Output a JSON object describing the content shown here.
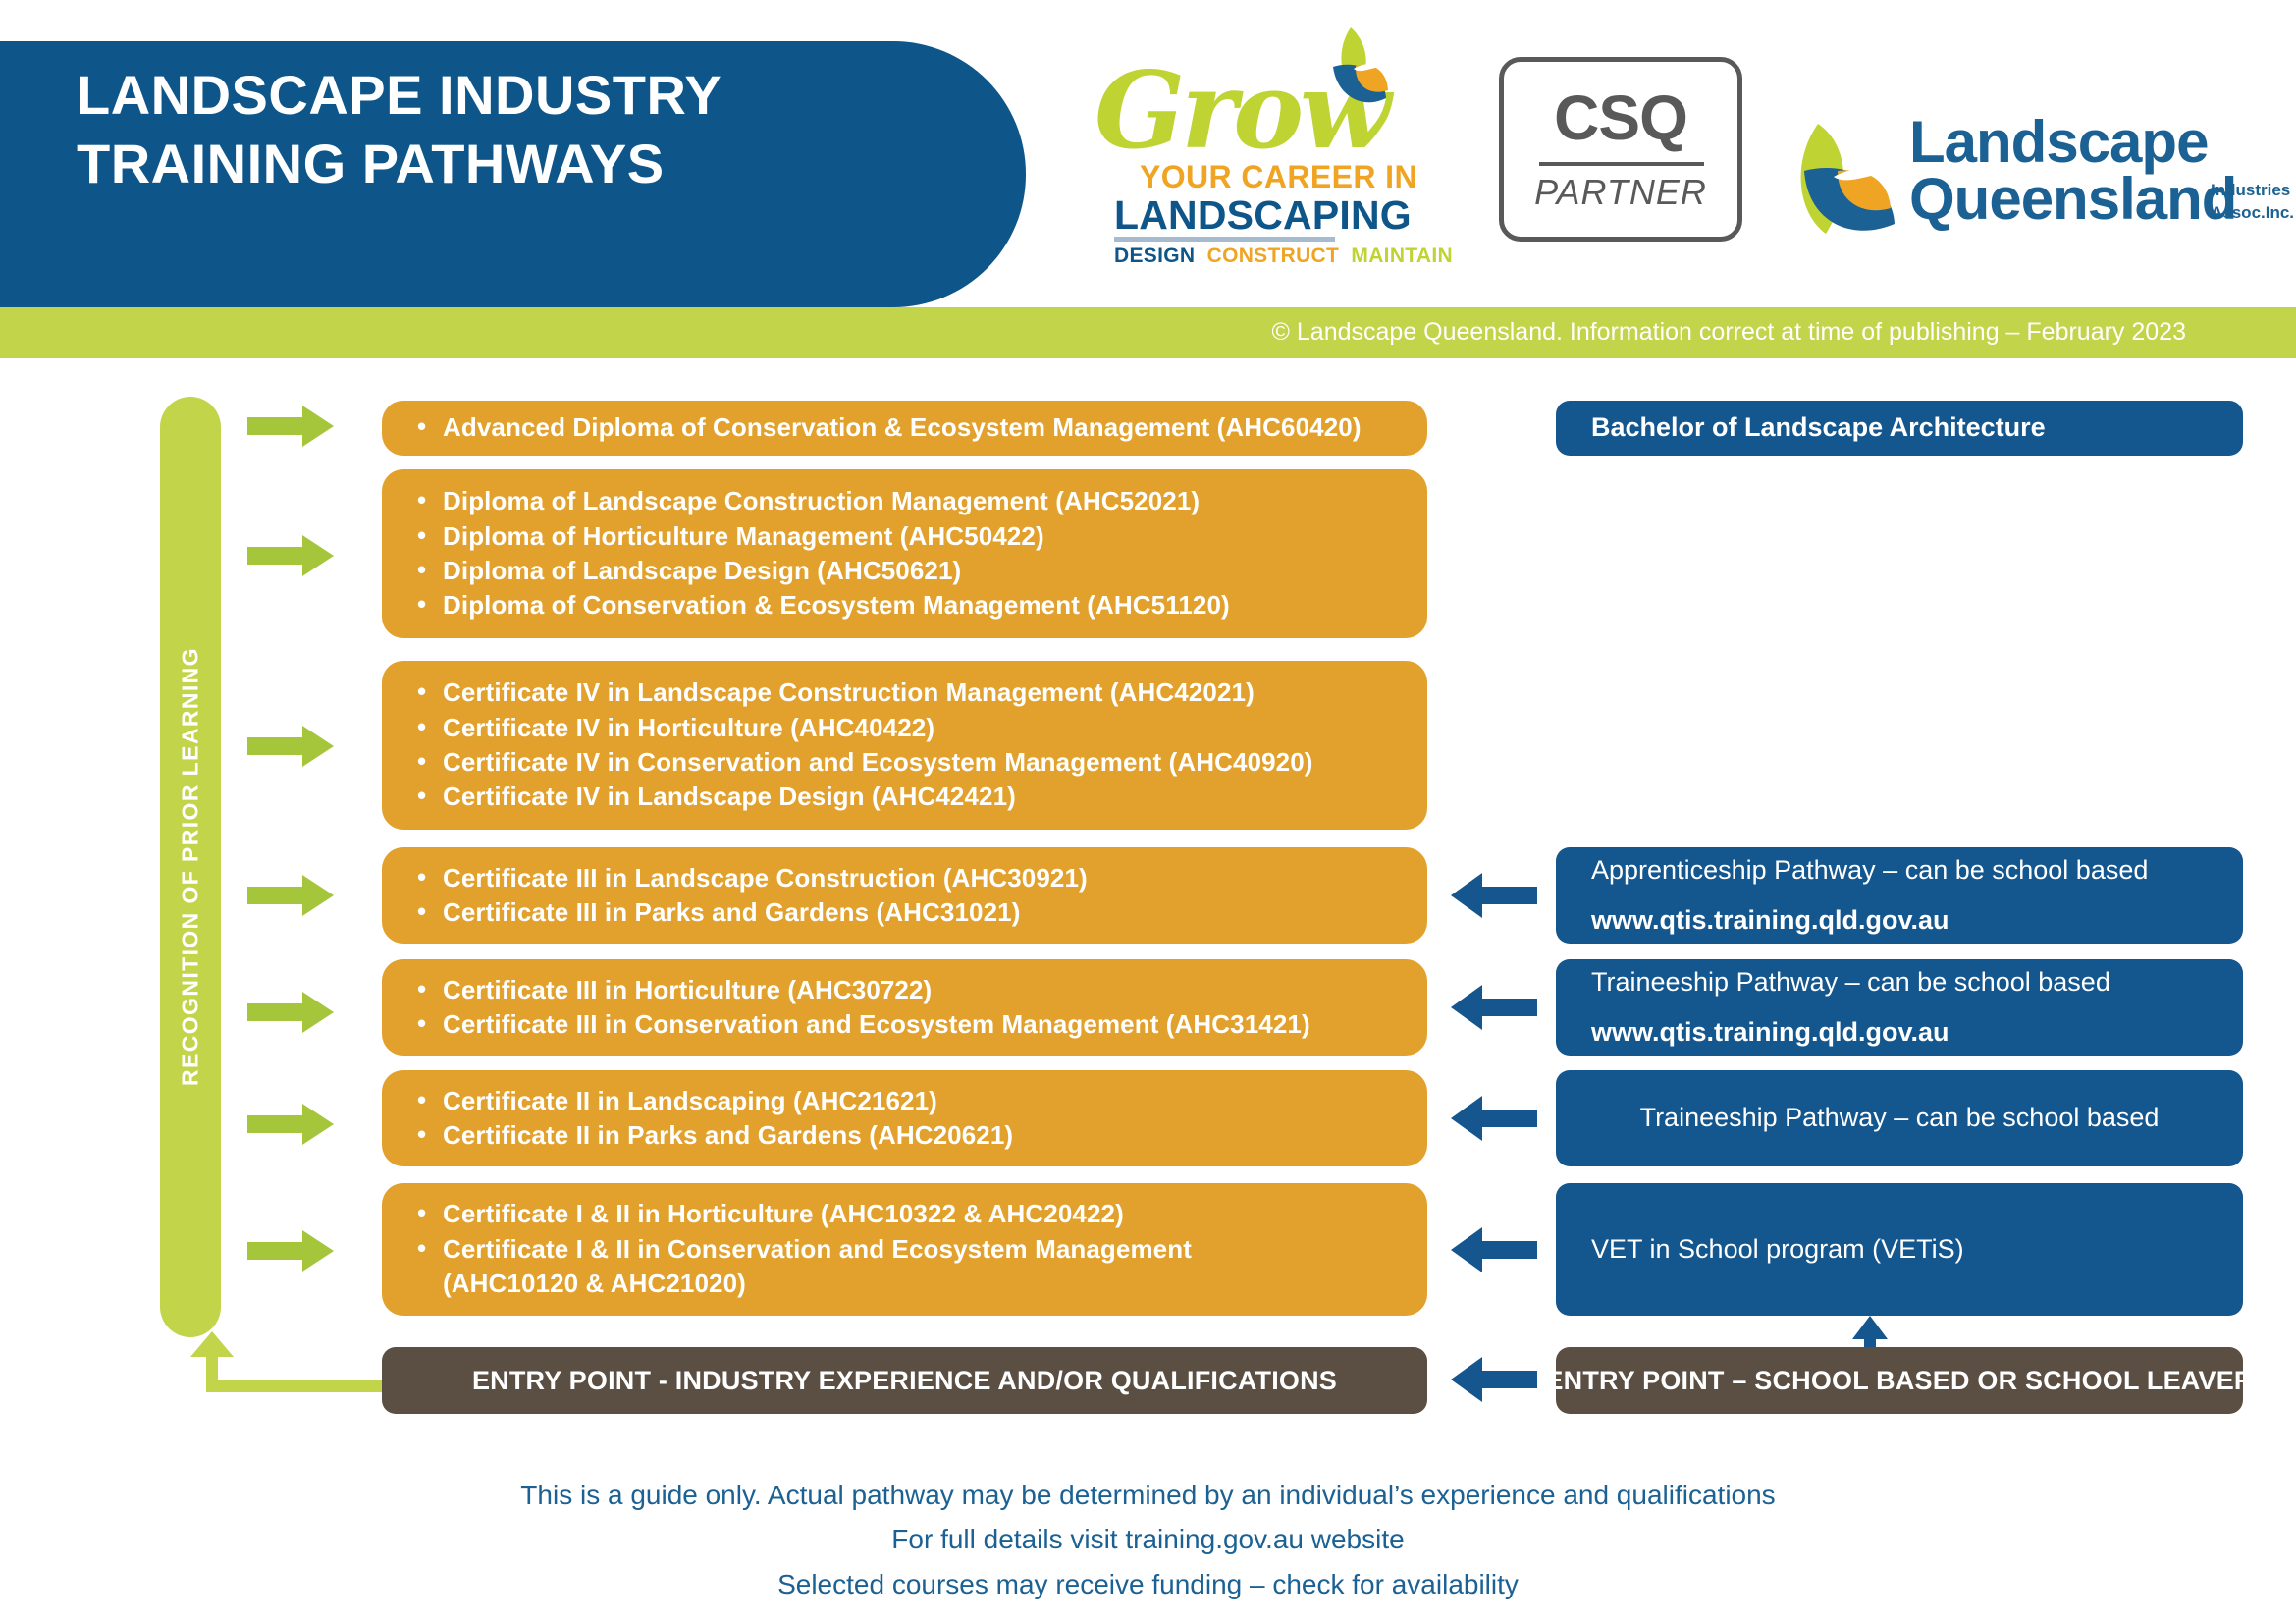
{
  "header": {
    "title": "LANDSCAPE INDUSTRY\nTRAINING PATHWAYS",
    "grow_logo": {
      "script_word": "Grow",
      "line2": "YOUR CAREER IN",
      "line3": "LANDSCAPING",
      "line4_design": "DESIGN",
      "line4_construct": "CONSTRUCT",
      "line4_maintain": "MAINTAIN"
    },
    "csq_logo": {
      "acronym": "CSQ",
      "partner": "PARTNER"
    },
    "lq_logo": {
      "line1": "Landscape",
      "line2": "Queensland",
      "sub1": "Industries",
      "sub2": "Assoc.Inc."
    },
    "copyright": "© Landscape Queensland. Information correct at time of publishing – February 2023"
  },
  "rpl": {
    "label": "RECOGNITION OF PRIOR LEARNING"
  },
  "levels": [
    {
      "id": "advanced-diploma",
      "items": [
        "Advanced Diploma of Conservation & Ecosystem Management (AHC60420)"
      ]
    },
    {
      "id": "diploma",
      "items": [
        "Diploma of Landscape Construction Management (AHC52021)",
        "Diploma of Horticulture Management (AHC50422)",
        "Diploma of Landscape Design (AHC50621)",
        "Diploma of Conservation & Ecosystem Management (AHC51120)"
      ]
    },
    {
      "id": "certificate-iv",
      "items": [
        "Certificate IV in Landscape Construction Management (AHC42021)",
        "Certificate IV in Horticulture (AHC40422)",
        "Certificate IV in Conservation and Ecosystem Management (AHC40920)",
        "Certificate IV in Landscape Design (AHC42421)"
      ]
    },
    {
      "id": "certificate-iii-construction",
      "items": [
        "Certificate III in Landscape Construction (AHC30921)",
        "Certificate III in Parks and Gardens (AHC31021)"
      ]
    },
    {
      "id": "certificate-iii-horticulture",
      "items": [
        "Certificate III in Horticulture (AHC30722)",
        "Certificate III in Conservation and Ecosystem Management (AHC31421)"
      ]
    },
    {
      "id": "certificate-ii",
      "items": [
        "Certificate II in Landscaping (AHC21621)",
        "Certificate II in Parks and Gardens (AHC20621)"
      ]
    },
    {
      "id": "certificate-i-ii",
      "items": [
        "Certificate I & II in Horticulture (AHC10322 & AHC20422)",
        "Certificate I & II in Conservation and Ecosystem Management",
        "(AHC10120 & AHC21020)"
      ]
    }
  ],
  "right_column": {
    "bachelor": "Bachelor of Landscape Architecture",
    "apprenticeship": {
      "line1": "Apprenticeship Pathway – can be school based",
      "line2": "www.qtis.training.qld.gov.au"
    },
    "traineeship_1": {
      "line1": "Traineeship  Pathway – can be school based",
      "line2": "www.qtis.training.qld.gov.au"
    },
    "traineeship_2": {
      "line1": "Traineeship  Pathway – can be school based"
    },
    "vetis": {
      "line1": "VET in School program (VETiS)"
    }
  },
  "entry_points": {
    "industry": "ENTRY POINT - INDUSTRY EXPERIENCE AND/OR QUALIFICATIONS",
    "school": "ENTRY POINT – SCHOOL BASED OR SCHOOL LEAVER"
  },
  "footer": {
    "line1": "This is a guide only. Actual pathway may be determined by an individual’s experience and qualifications",
    "line2": "For full details visit training.gov.au website",
    "line3": "Selected courses may receive funding – check for availability"
  },
  "colors": {
    "brand_blue": "#0E5589",
    "brand_green": "#C2D44A",
    "qualification_orange": "#E2A02C",
    "pathway_blue": "#14568E",
    "entry_brown": "#5B4F44",
    "logo_orange": "#EFA423"
  }
}
